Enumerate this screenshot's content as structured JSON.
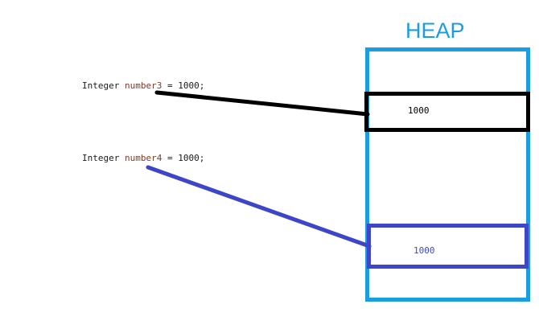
{
  "heap": {
    "label": "HEAP"
  },
  "statements": [
    {
      "type_keyword": "Integer",
      "variable": "number3",
      "rest": " = 1000;",
      "object_value": "1000"
    },
    {
      "type_keyword": "Integer",
      "variable": "number4",
      "rest": " = 1000;",
      "object_value": "1000"
    }
  ],
  "colors": {
    "heap_border": "#1a9ee0",
    "heap_label": "#1a9ee0",
    "reference_1": "#000000",
    "reference_2": "#3d46c9",
    "code_text": "#1a1a1a",
    "variable_name": "#7a3b2e",
    "value_1": "#000000",
    "value_2": "#3d46c9"
  }
}
